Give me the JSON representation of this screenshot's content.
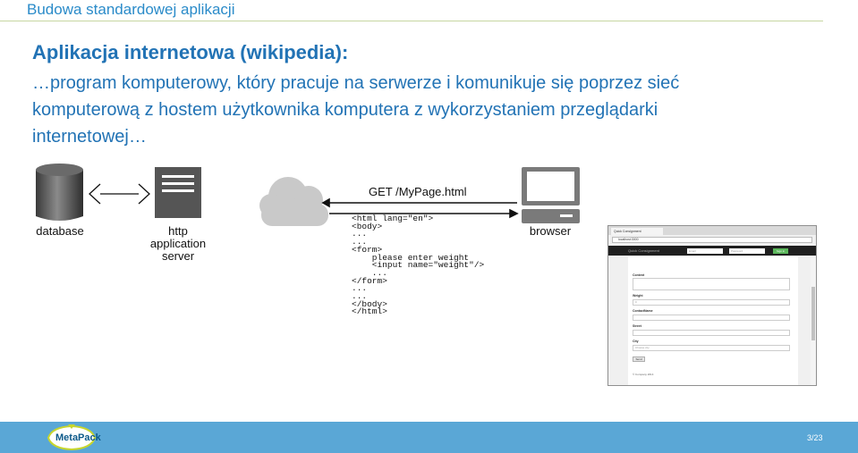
{
  "header": {
    "title": "Budowa standardowej aplikacji"
  },
  "slide": {
    "title": "Aplikacja internetowa (wikipedia):",
    "body_lines": [
      "…program komputerowy, który pracuje na serwerze i komunikuje się poprzez sieć",
      "komputerową z hostem użytkownika komputera z wykorzystaniem przeglądarki",
      "internetowej…"
    ]
  },
  "diagram": {
    "database_label": "database",
    "server_label_lines": [
      "http",
      "application",
      "server"
    ],
    "browser_label": "browser",
    "request_label": "GET /MyPage.html",
    "code_lines": [
      "<html lang=\"en\">",
      "<body>",
      "...",
      "...",
      "<form>",
      "    please enter weight",
      "    <input name=\"weight\"/>",
      "    ...",
      "</form>",
      "...",
      "...",
      "</body>",
      "</html>"
    ]
  },
  "browser_mockup": {
    "tab_title": "Quick Consignment",
    "address": "localhost:3000",
    "brand": "Quick Consignment",
    "email_placeholder": "Email",
    "password_placeholder": "Password",
    "signin_label": "Sign in",
    "content_label": "Content",
    "weight_label": "Weight",
    "weight_value": "0",
    "contact_label": "ContactName",
    "street_label": "Street",
    "city_label": "City",
    "city_select": "Choose city",
    "submit_label": "Send",
    "footer": "© Company 2014"
  },
  "footer": {
    "logo_text": "MetaPack",
    "page": "3/23"
  }
}
